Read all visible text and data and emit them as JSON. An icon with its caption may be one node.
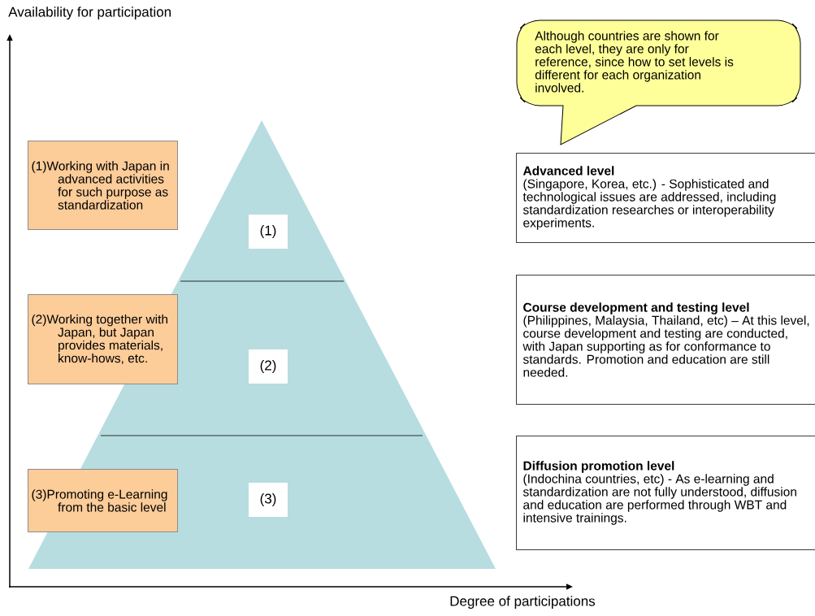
{
  "diagram": {
    "nodes": [
      {
        "text": [
          "(1)Working with Japan in advanced activities for such purpose as standardization"
        ]
      },
      {
        "text": [
          "(2)Working together with Japan, but Japan provides materials, know-hows, etc."
        ]
      },
      {
        "text": [
          "(3)Promoting e-Learning from the basic level"
        ]
      },
      {
        "text": [
          "(1)"
        ]
      },
      {
        "text": [
          "(2)"
        ]
      },
      {
        "text": [
          "(3)"
        ]
      },
      {
        "text": [
          "Although countries are shown for each level, they are only for reference, since how to set levels is different for each organization involved."
        ]
      },
      {
        "text": [
          "Advanced level",
          "(Singapore, Korea, etc.) - Sophisticated and technological issues are addressed, including standardization researches or interoperability experiments."
        ]
      },
      {
        "text": [
          "Course development and testing level",
          "(Philippines, Malaysia, Thailand, etc) – At this level, course development and testing are conducted, with Japan supporting as for conformance to standards. Promotion and education are still needed."
        ]
      },
      {
        "text": [
          "Diffusion promotion level",
          "(Indochina countries, etc) - As e-learning and standardization are not fully understood, diffusion and education are performed through WBT and intensive trainings."
        ]
      }
    ],
    "labels": [
      "Availability for participation",
      "Degree of participations"
    ]
  }
}
